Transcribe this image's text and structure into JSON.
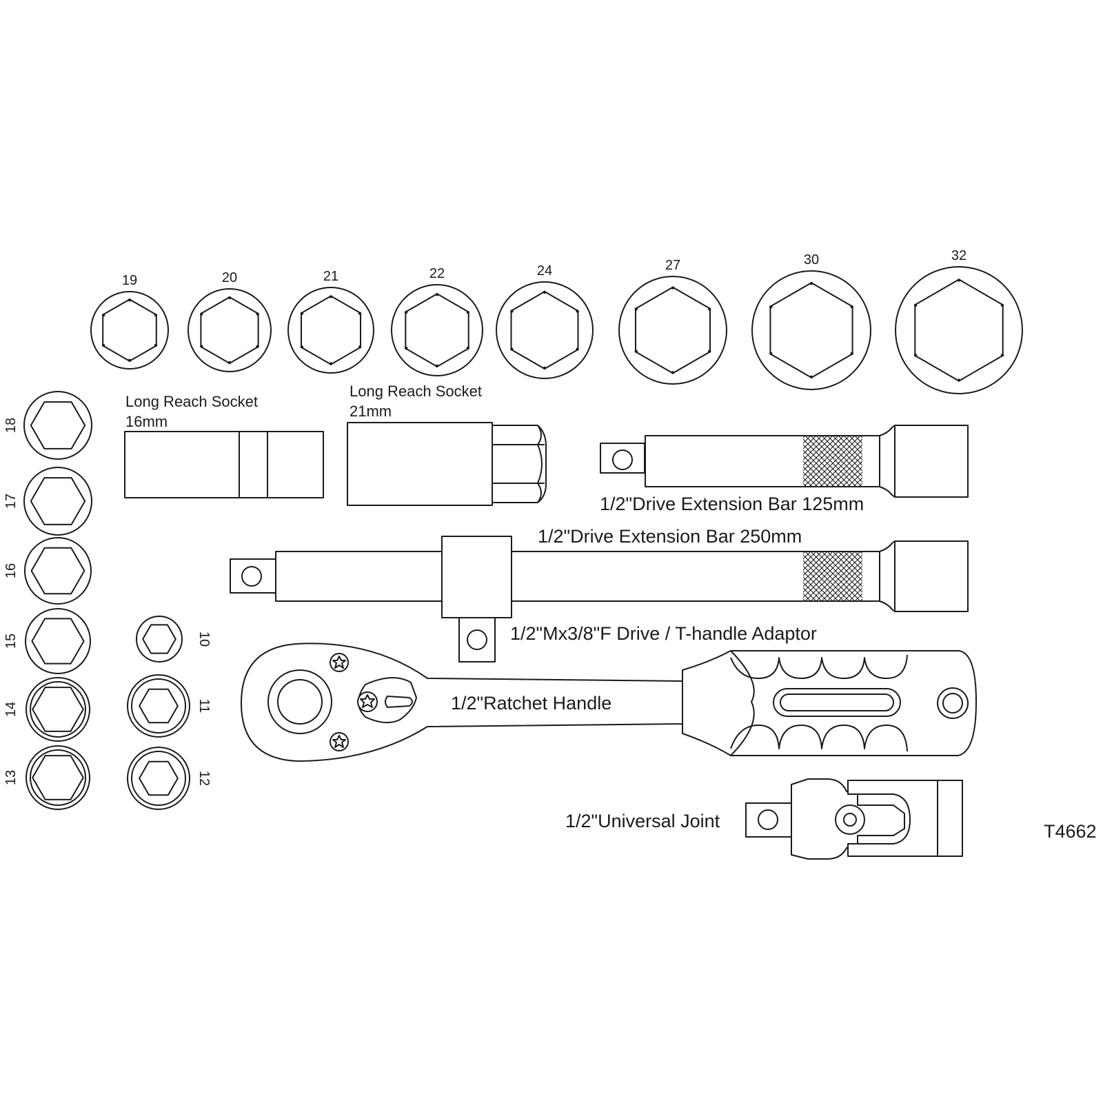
{
  "top_sockets": [
    {
      "size": "19"
    },
    {
      "size": "20"
    },
    {
      "size": "21"
    },
    {
      "size": "22"
    },
    {
      "size": "24"
    },
    {
      "size": "27"
    },
    {
      "size": "30"
    },
    {
      "size": "32"
    }
  ],
  "left_sockets": [
    {
      "size": "18"
    },
    {
      "size": "17"
    },
    {
      "size": "16"
    },
    {
      "size": "15"
    },
    {
      "size": "14"
    },
    {
      "size": "13"
    }
  ],
  "small_sockets": [
    {
      "size": "10"
    },
    {
      "size": "11"
    },
    {
      "size": "12"
    }
  ],
  "long_reach_16": {
    "line1": "Long Reach Socket",
    "line2": "16mm"
  },
  "long_reach_21": {
    "line1": "Long Reach Socket",
    "line2": "21mm"
  },
  "extension_125": {
    "label": "1/2\"Drive Extension Bar 125mm"
  },
  "extension_250": {
    "label": "1/2\"Drive Extension Bar 250mm"
  },
  "adaptor": {
    "label": "1/2\"Mx3/8\"F Drive / T-handle Adaptor"
  },
  "ratchet": {
    "label": "1/2\"Ratchet Handle"
  },
  "universal_joint": {
    "label": "1/2\"Universal Joint"
  },
  "part_code": "T4662"
}
